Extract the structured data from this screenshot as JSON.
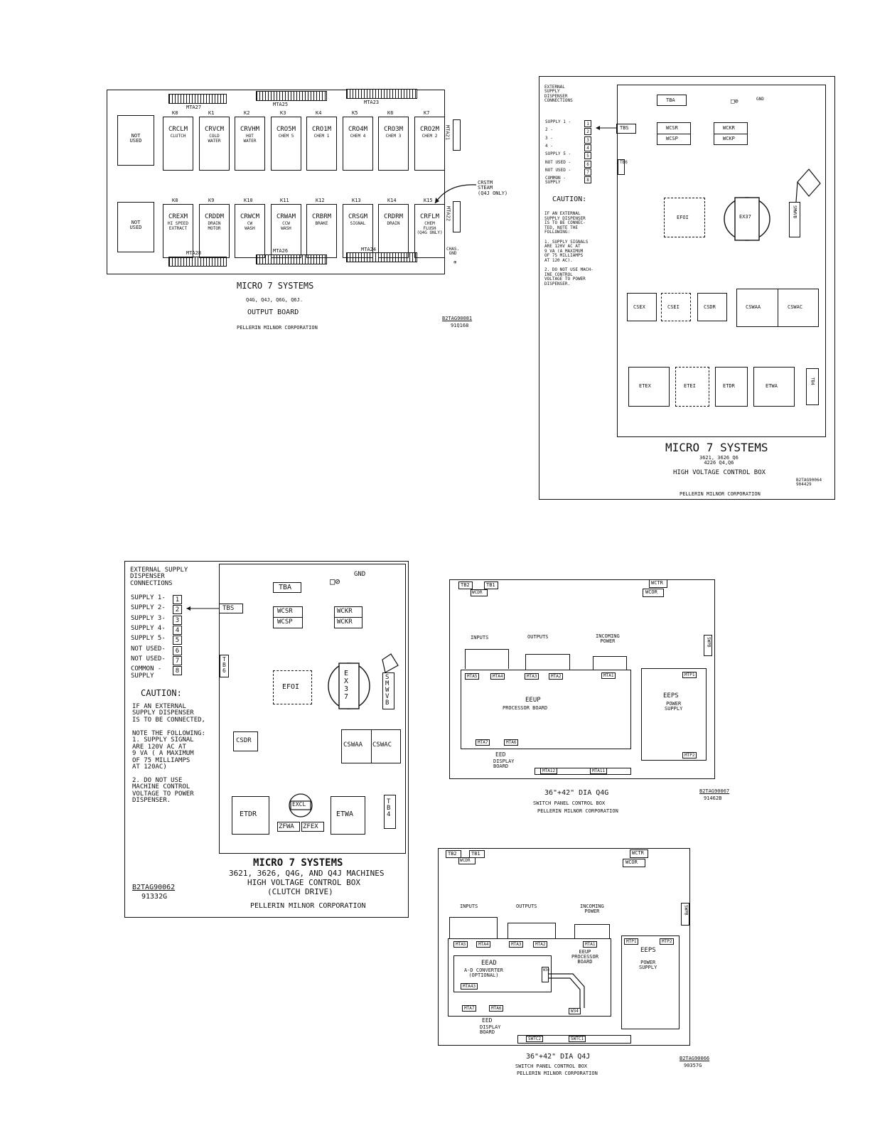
{
  "output_board": {
    "not_used_top": "NOT\nUSED",
    "not_used_bottom": "NOT\nUSED",
    "mta": [
      "MTA27",
      "MTA25",
      "MTA23",
      "MTA28",
      "MTA26",
      "MTA24",
      "MTA21",
      "MTA22"
    ],
    "relays_top": [
      {
        "k": "K8",
        "code": "CRCLM",
        "sub": "CLUTCH"
      },
      {
        "k": "K1",
        "code": "CRVCM",
        "sub": "COLD\nWATER"
      },
      {
        "k": "K2",
        "code": "CRVHM",
        "sub": "HOT\nWATER"
      },
      {
        "k": "K3",
        "code": "CRO5M",
        "sub": "CHEM 5"
      },
      {
        "k": "K4",
        "code": "CRO1M",
        "sub": "CHEM 1"
      },
      {
        "k": "K5",
        "code": "CRO4M",
        "sub": "CHEM 4"
      },
      {
        "k": "K6",
        "code": "CRO3M",
        "sub": "CHEM 3"
      },
      {
        "k": "K7",
        "code": "CRO2M",
        "sub": "CHEM 2"
      }
    ],
    "relays_bottom": [
      {
        "k": "K8",
        "code": "CREXM",
        "sub": "HI SPEED\nEXTRACT"
      },
      {
        "k": "K9",
        "code": "CRDDM",
        "sub": "DRAIN\nMOTOR"
      },
      {
        "k": "K10",
        "code": "CRWCM",
        "sub": "CW\nWASH"
      },
      {
        "k": "K11",
        "code": "CRWAM",
        "sub": "CCW\nWASH"
      },
      {
        "k": "K12",
        "code": "CRBRM",
        "sub": "BRAKE"
      },
      {
        "k": "K13",
        "code": "CRSGM",
        "sub": "SIGNAL"
      },
      {
        "k": "K14",
        "code": "CRDRM",
        "sub": "DRAIN"
      },
      {
        "k": "K15",
        "code": "CRFLM",
        "sub": "CHEM\nFLUSH\n(Q4G ONLY)"
      }
    ],
    "crstm_note": "CRSTM\nSTEAM\n(Q4J ONLY)",
    "chas_gnd": "CHAS.\nGND",
    "title": "MICRO  7  SYSTEMS",
    "models": "Q4G, Q4J, Q6G, Q6J.",
    "board": "OUTPUT  BOARD",
    "company": "PELLERIN  MILNOR  CORPORATION",
    "part": "B2TAG90081",
    "rev": "91Q168"
  },
  "hv_box_q6": {
    "ext_supply": "EXTERNAL\nSUPPLY\nDISPENSER\nCONNECTIONS",
    "supply_rows": [
      "SUPPLY  1 -",
      "2 -",
      "3 -",
      "4 -",
      "SUPPLY  5 -",
      "NOT USED -",
      "NOT USED -",
      "COMMON  -\nSUPPLY"
    ],
    "terms": [
      "1",
      "2",
      "3",
      "4",
      "5",
      "6",
      "7",
      "8"
    ],
    "tbs": "TBS",
    "tb6": "TB6",
    "caution_title": "CAUTION:",
    "caution_text": "IF AN EXTERNAL\nSUPPLY DISPENSER\nIS TO BE CONNEC-\nTED, NOTE THE\nFOLLOWING:\n\n1. SUPPLY SIGNALS\n   ARE 120V AC AT\n   9 VA (A MAXIMUM\n   OF 75 MILLIAMPS\n   AT 120 AC).\n\n2. DO NOT USE MACH-\n   INE CONTROL\n   VOLTAGE TO POWER\n   DISPENSER.",
    "tba": "TBA",
    "gnd": "GND",
    "wcsr": "WCSR",
    "wcsp": "WCSP",
    "wckr": "WCKR",
    "wckp": "WCKP",
    "efoi": "EFOI",
    "ex37": "EX37",
    "smwvb": "SMWVB",
    "csex": "CSEX",
    "cse1": "CSEI",
    "csdr": "CSDR",
    "cswaa": "CSWAA",
    "cswac": "CSWAC",
    "etex": "ETEX",
    "ete1": "ETEI",
    "etdr": "ETDR",
    "etwa": "ETWA",
    "tb4": "TB4",
    "title": "MICRO   7   SYSTEMS",
    "models": "3621, 3626 Q6\n4226 Q4,Q6",
    "desc": "HIGH  VOLTAGE CONTROL BOX",
    "part": "B2TAG90064\n904429",
    "company": "PELLERIN  MILNOR  CORPORATION"
  },
  "hv_box_clutch": {
    "ext_supply": "EXTERNAL SUPPLY\nDISPENSER\nCONNECTIONS",
    "supply_rows": [
      "SUPPLY 1-",
      "SUPPLY 2-",
      "SUPPLY 3-",
      "SUPPLY 4-",
      "SUPPLY 5-",
      "NOT USED-",
      "NOT USED-",
      "COMMON -\nSUPPLY"
    ],
    "terms": [
      "1",
      "2",
      "3",
      "4",
      "5",
      "6",
      "7",
      "8"
    ],
    "tbs": "TBS",
    "tb6": "TB6",
    "caution_title": "CAUTION:",
    "caution_text": "IF AN EXTERNAL\nSUPPLY DISPENSER\nIS TO BE CONNECTED,\n\nNOTE THE FOLLOWING:\n1. SUPPLY SIGNAL\n   ARE 120V AC AT\n   9 VA ( A MAXIMUM\n   OF 75 MILLIAMPS\n   AT 120AC)\n\n2. DO NOT USE\n   MACHINE CONTROL\n   VOLTAGE TO POWER\n   DISPENSER.",
    "tba": "TBA",
    "gnd": "GND",
    "wcsr": "WCSR",
    "wcsp": "WCSP",
    "wckr": "WCKR",
    "wckr2": "WCKR",
    "efoi": "EFOI",
    "ex37": "EX37",
    "smwvb": "SMWVB",
    "csdr": "CSDR",
    "cswaa": "CSWAA",
    "cswac": "CSWAC",
    "etdr": "ETDR",
    "excl": "EXCL",
    "zfwa": "ZFWA",
    "zfex": "ZFEX",
    "etwa": "ETWA",
    "tb4": "TB4",
    "title": "MICRO  7  SYSTEMS",
    "models": "3621, 3626, Q4G, AND Q4J MACHINES",
    "desc": "HIGH VOLTAGE CONTROL BOX",
    "drive": "(CLUTCH  DRIVE)",
    "company": "PELLERIN  MILNOR  CORPORATION",
    "part": "B2TAG90062",
    "rev": "91332G"
  },
  "switch_q4g": {
    "tb2": "TB2",
    "tb1": "TB1",
    "wcdr": "WCDR",
    "wctr": "WCTR",
    "wcor": "WCOR",
    "inputs": "INPUTS",
    "outputs": "OUTPUTS",
    "incoming": "INCOMING\nPOWER",
    "mta": [
      "MTA5",
      "MTA4",
      "MTA3",
      "MTA2",
      "MTA1",
      "MTA7",
      "MTA6",
      "MTA12",
      "MTA11",
      "MTP1",
      "MTP2"
    ],
    "eeup": "EEUP",
    "proc": "PROCESSOR  BOARD",
    "eeps": "EEPS",
    "power": "POWER\nSUPPLY",
    "eed": "EED",
    "display": "DISPLAY\nBOARD",
    "side": "SWPB",
    "title": "36\"+42\" DIA  Q4G",
    "desc": "SWITCH  PANEL CONTROL BOX",
    "company": "PELLERIN  MILNOR CORPORATION",
    "part": "B2TAG90067",
    "rev": "91462B"
  },
  "switch_q4j": {
    "tb2": "TB2",
    "tb1": "TB1",
    "wcdr": "WCDR",
    "wctr": "WCTR",
    "wcor": "WCOR",
    "inputs": "INPUTS",
    "outputs": "OUTPUTS",
    "incoming": "INCOMING\nPOWER",
    "mta": [
      "MTA5",
      "MTA4",
      "MTA3",
      "MTA2",
      "MTA1",
      "MTA7",
      "MTA6",
      "MTA43",
      "MTP1",
      "MTP2",
      "SWTC2",
      "SWTC1",
      "W34",
      "W34"
    ],
    "eead": "EEAD",
    "adc": "A-D  CONVERTER\n(OPTIONAL)",
    "eeup": "EEUP\nPROCESSOR\nBOARD",
    "eeps": "EEPS",
    "power": "POWER\nSUPPLY",
    "eed": "EED",
    "display": "DISPLAY\nBOARD",
    "side": "SWPB",
    "title": "36\"+42\"  DIA  Q4J",
    "desc": "SWITCH  PANEL CONTROL BOX",
    "company": "PELLERIN  MILNOR CORPORATION",
    "part": "B2TAG90066",
    "rev": "90357G"
  }
}
